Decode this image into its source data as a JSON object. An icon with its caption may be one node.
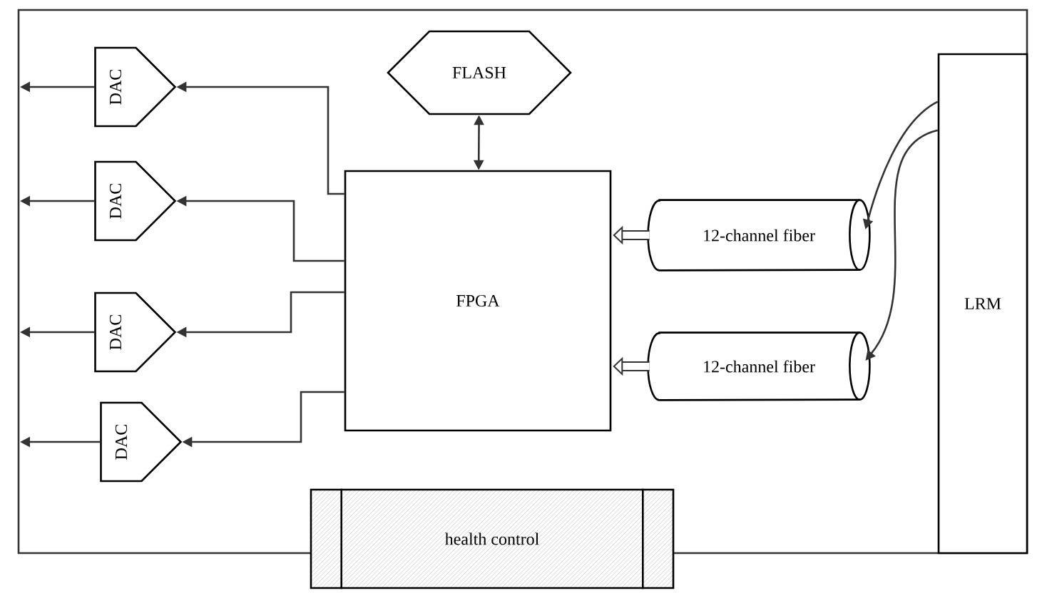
{
  "diagram": {
    "nodes": [
      {
        "text": [
          "FLASH"
        ]
      },
      {
        "text": [
          "DAC"
        ]
      },
      {
        "text": [
          "DAC"
        ]
      },
      {
        "text": [
          "DAC"
        ]
      },
      {
        "text": [
          "DAC"
        ]
      },
      {
        "text": [
          "FPGA"
        ]
      },
      {
        "text": [
          "12-channel fiber"
        ]
      },
      {
        "text": [
          "12-channel fiber"
        ]
      },
      {
        "text": [
          "LRM"
        ]
      },
      {
        "text": [
          "health control"
        ]
      }
    ],
    "edges": [
      {
        "from": 0,
        "to": 5,
        "arrow": "both"
      },
      {
        "from": 5,
        "to": 1,
        "arrow": "to"
      },
      {
        "from": 5,
        "to": 2,
        "arrow": "to"
      },
      {
        "from": 5,
        "to": 3,
        "arrow": "to"
      },
      {
        "from": 5,
        "to": 4,
        "arrow": "to"
      },
      {
        "from": 1,
        "to": null,
        "arrow": "to"
      },
      {
        "from": 2,
        "to": null,
        "arrow": "to"
      },
      {
        "from": 3,
        "to": null,
        "arrow": "to"
      },
      {
        "from": 4,
        "to": null,
        "arrow": "to"
      },
      {
        "from": 6,
        "to": 5,
        "arrow": "to",
        "style": "thick"
      },
      {
        "from": 7,
        "to": 5,
        "arrow": "to",
        "style": "thick"
      },
      {
        "from": 8,
        "to": 6,
        "arrow": "to"
      },
      {
        "from": 8,
        "to": 7,
        "arrow": "to"
      }
    ]
  }
}
